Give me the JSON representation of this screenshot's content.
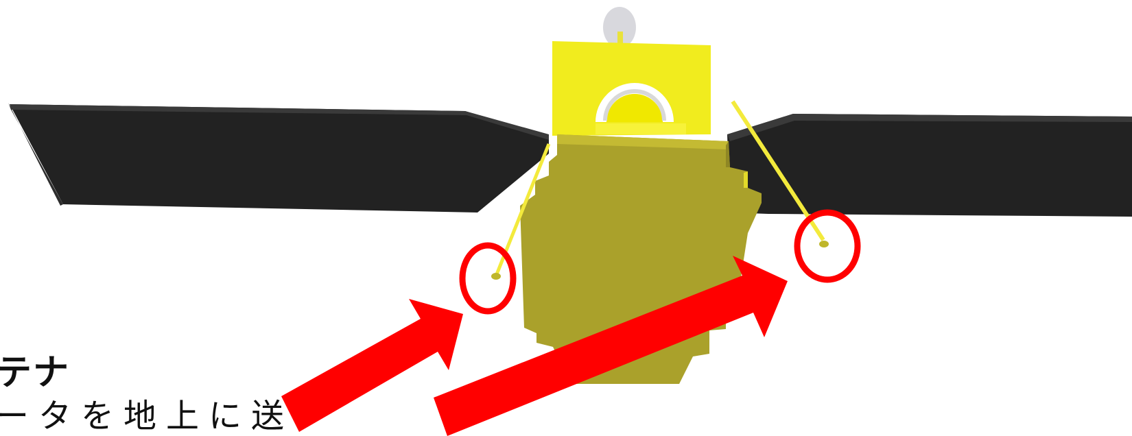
{
  "caption": {
    "title": "テナ",
    "body": "ータを地上に送"
  },
  "colors": {
    "panel": "#252525",
    "panel_edge": "#3b3b3b",
    "body_front": "#a9a02c",
    "body_top": "#f1ec1e",
    "antenna": "#f3ea3c",
    "highlight": "#ff0000",
    "dish": "#d8d8dd"
  },
  "icons": [
    "satellite",
    "solar-panel",
    "antenna",
    "highlight-circle",
    "arrow"
  ]
}
